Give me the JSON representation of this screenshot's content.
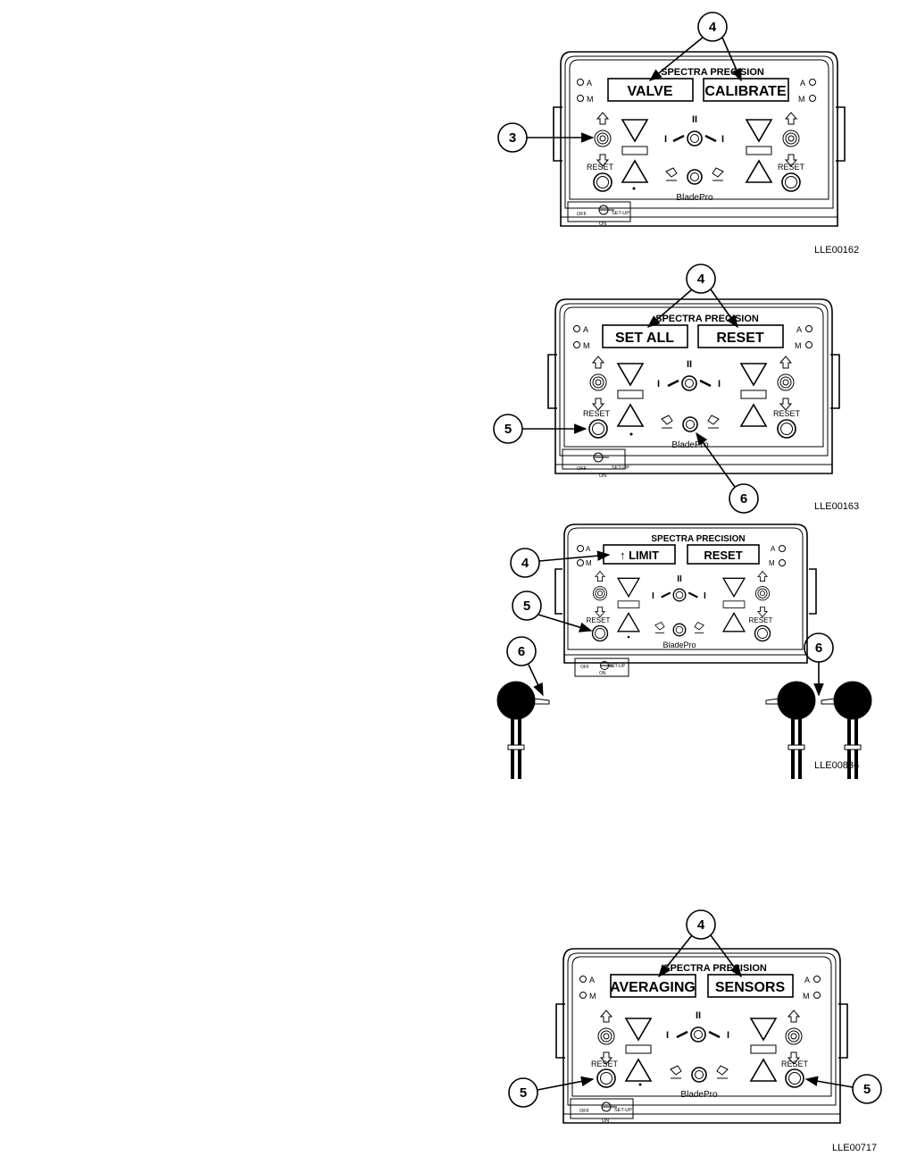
{
  "common": {
    "brand": "SPECTRA PRECISION",
    "product": "BladePro",
    "reset": "RESET",
    "ind_a": "A",
    "ind_m": "M",
    "mode_two": "II",
    "mode_one": "I",
    "sw_off": "OFF",
    "sw_setup": "SET-UP",
    "sw_on": "ON"
  },
  "panels": [
    {
      "figure_id": "LLE00162",
      "display_left": "VALVE",
      "display_right": "CALIBRATE",
      "callouts": [
        "4",
        "3"
      ]
    },
    {
      "figure_id": "LLE00163",
      "display_left": "SET ALL",
      "display_right": "RESET",
      "callouts": [
        "4",
        "5",
        "6"
      ]
    },
    {
      "figure_id": "LLE00836",
      "display_left": "↑ LIMIT",
      "display_right": "RESET",
      "callouts": [
        "4",
        "5",
        "6",
        "6"
      ]
    },
    {
      "figure_id": "LLE00717",
      "display_left": "AVERAGING",
      "display_right": "SENSORS",
      "callouts": [
        "4",
        "5",
        "5"
      ]
    }
  ]
}
